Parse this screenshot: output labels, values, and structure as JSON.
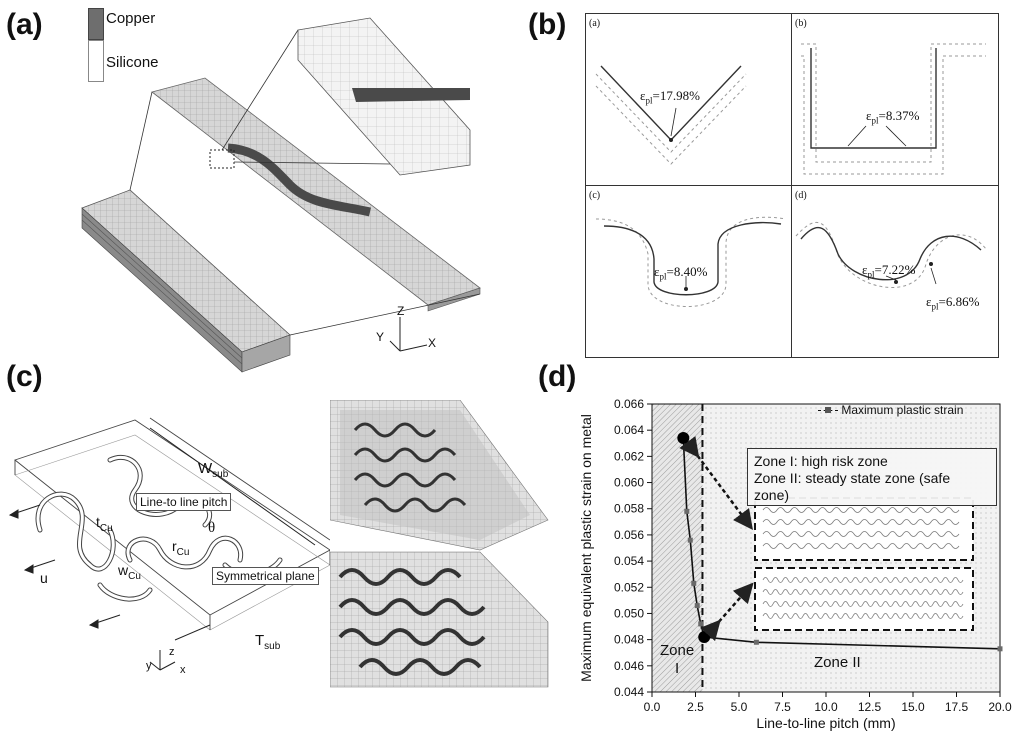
{
  "panels": {
    "a": {
      "label": "(a)",
      "legend": [
        {
          "name": "Copper",
          "color": "#6e6e6e"
        },
        {
          "name": "Silicone",
          "color": "#ffffff"
        }
      ],
      "axes": {
        "z": "Z",
        "y": "Y",
        "x": "X"
      }
    },
    "b": {
      "label": "(b)",
      "subpanels": [
        {
          "tag": "(a)",
          "strain": "17.98%"
        },
        {
          "tag": "(b)",
          "strain": "8.37%"
        },
        {
          "tag": "(c)",
          "strain": "8.40%"
        },
        {
          "tag": "(d)",
          "strain": "7.22%",
          "strain2": "6.86%"
        }
      ],
      "epsilon": "ε",
      "pl": "pl"
    },
    "c": {
      "label": "(c)",
      "w_sub": "W",
      "w_sub_sub": "sub",
      "t_sub": "T",
      "t_sub_sub": "sub",
      "t_cu": "t",
      "t_cu_sub": "Cu",
      "r_cu": "r",
      "r_cu_sub": "Cu",
      "w_cu": "w",
      "w_cu_sub": "Cu",
      "theta": "θ",
      "u": "u",
      "pitch_label": "Line-to line pitch",
      "symmetry_label": "Symmetrical plane",
      "axes": {
        "z": "z",
        "y": "y",
        "x": "x"
      }
    },
    "d": {
      "label": "(d)",
      "zone_box": [
        "Zone I: high risk zone",
        "Zone II: steady state zone (safe",
        "zone)"
      ],
      "zone1": [
        "Zone",
        "I"
      ],
      "zone2": "Zone II"
    }
  },
  "chart_data": {
    "type": "line",
    "title": "",
    "xlabel": "Line-to-line pitch (mm)",
    "ylabel": "Maximum equivalent plastic strain on metal",
    "xlim": [
      0.0,
      20.0
    ],
    "ylim": [
      0.044,
      0.066
    ],
    "xticks": [
      "0.0",
      "2.5",
      "5.0",
      "7.5",
      "10.0",
      "12.5",
      "15.0",
      "17.5",
      "20.0"
    ],
    "yticks": [
      "0.044",
      "0.046",
      "0.048",
      "0.050",
      "0.052",
      "0.054",
      "0.056",
      "0.058",
      "0.060",
      "0.062",
      "0.064",
      "0.066"
    ],
    "legend_placement": "top-right",
    "series": [
      {
        "name": "Maximum plastic strain",
        "x": [
          1.8,
          2.0,
          2.2,
          2.4,
          2.6,
          2.8,
          3.0,
          6.0,
          20.0
        ],
        "y": [
          0.0634,
          0.0578,
          0.0556,
          0.0523,
          0.0506,
          0.0492,
          0.0482,
          0.0478,
          0.0473
        ]
      }
    ],
    "highlight_points": [
      {
        "x": 1.8,
        "y": 0.0634
      },
      {
        "x": 3.0,
        "y": 0.0482
      }
    ],
    "zone_boundary_x": 2.9
  }
}
